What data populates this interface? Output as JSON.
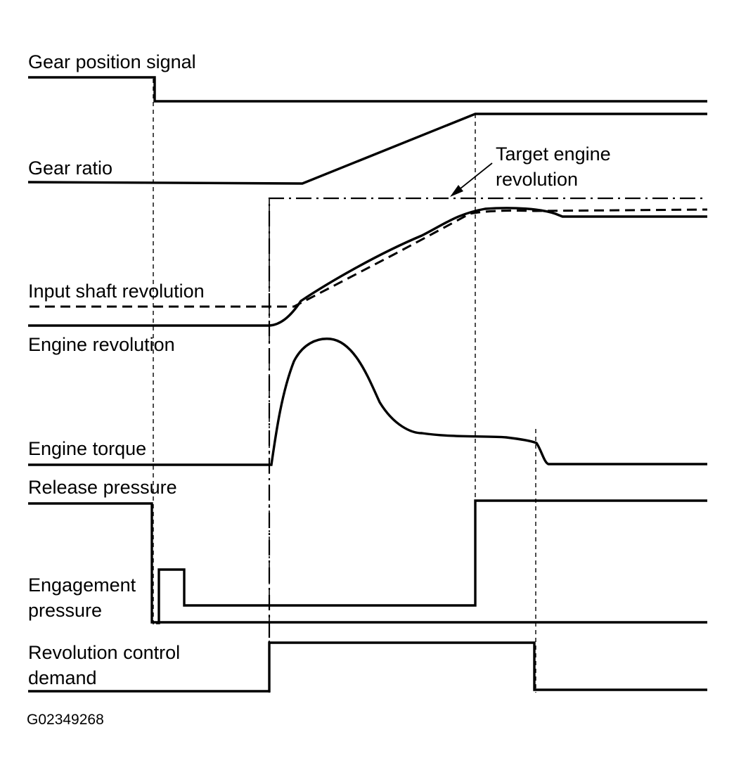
{
  "labels": {
    "gear_position_signal": "Gear position signal",
    "gear_ratio": "Gear ratio",
    "target_engine_revolution_line1": "Target engine",
    "target_engine_revolution_line2": "revolution",
    "input_shaft_revolution": "Input shaft revolution",
    "engine_revolution": "Engine revolution",
    "engine_torque": "Engine torque",
    "release_pressure": "Release pressure",
    "engagement_pressure_line1": "Engagement",
    "engagement_pressure_line2": "pressure",
    "revolution_control_demand_line1": "Revolution control",
    "revolution_control_demand_line2": "demand"
  },
  "figure_code": "G02349268"
}
